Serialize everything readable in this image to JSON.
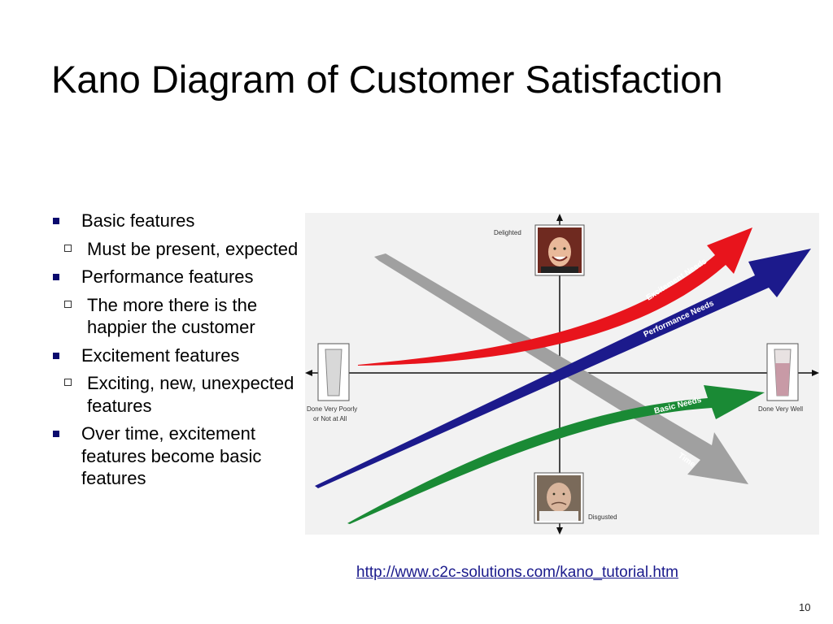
{
  "slide": {
    "title": "Kano Diagram of Customer Satisfaction",
    "page_number": "10",
    "source_link": "http://www.c2c-solutions.com/kano_tutorial.htm"
  },
  "bullets": [
    {
      "text": "Basic features",
      "sub": [
        "Must be present, expected"
      ]
    },
    {
      "text": "Performance features",
      "sub": [
        "The more there is the happier the customer"
      ]
    },
    {
      "text": "Excitement features",
      "sub": [
        "Exciting, new, unexpected features"
      ]
    },
    {
      "text": "Over time, excitement features become basic features",
      "sub": []
    }
  ],
  "diagram": {
    "top_label": "Delighted",
    "bottom_label": "Disgusted",
    "left_label_line1": "Done Very Poorly",
    "left_label_line2": "or Not at All",
    "right_label": "Done Very Well",
    "arrows": {
      "excitement": "Excitement Needs",
      "performance": "Performance Needs",
      "basic": "Basic Needs",
      "time": "Time"
    },
    "colors": {
      "excitement": "#e8141c",
      "performance": "#1c1a8c",
      "basic": "#1a8a35",
      "time": "#a0a0a0"
    }
  }
}
